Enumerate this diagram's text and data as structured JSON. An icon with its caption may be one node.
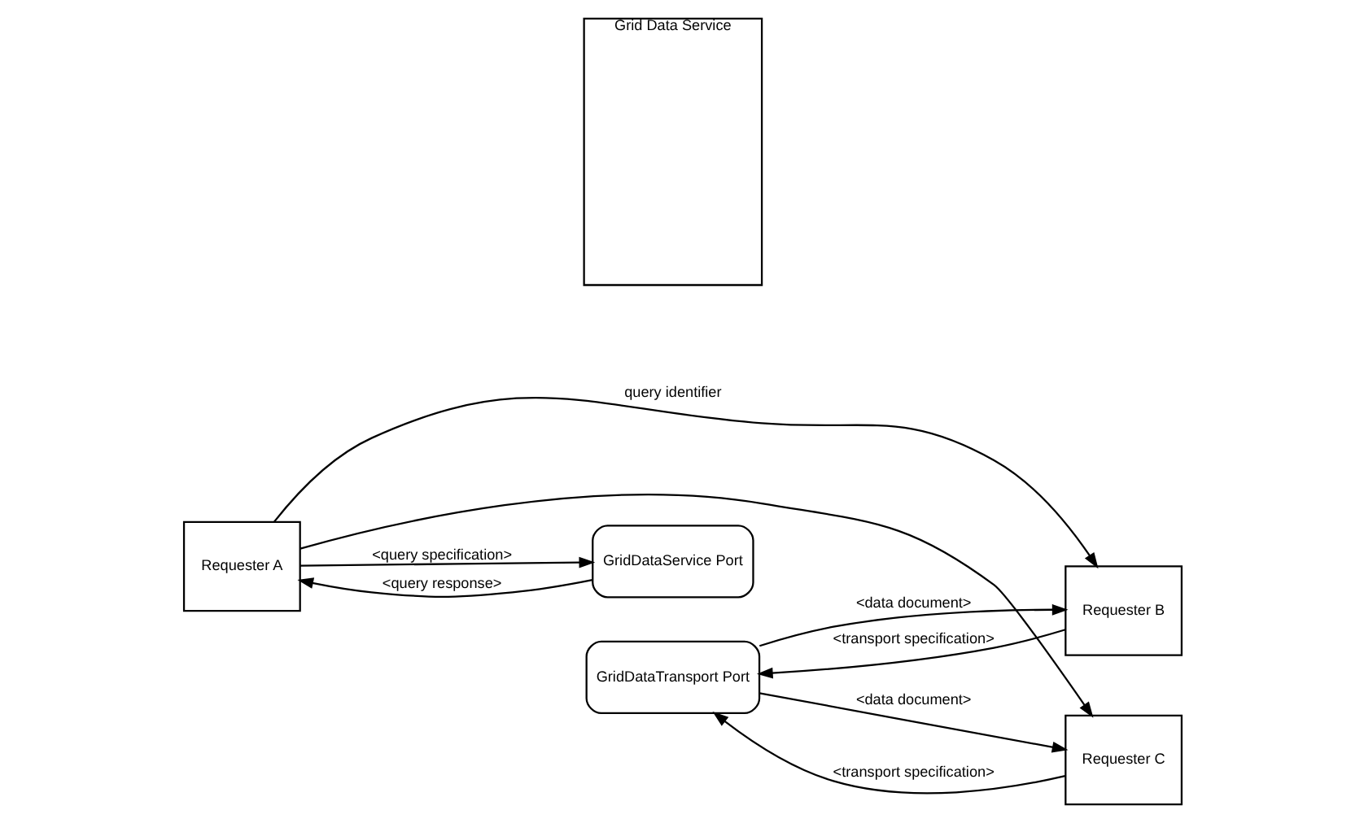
{
  "diagram": {
    "nodes": [
      {
        "text": [
          "Requester A"
        ]
      },
      {
        "text": [
          "Requester B"
        ]
      },
      {
        "text": [
          "Requester C"
        ]
      },
      {
        "text": [
          "Grid Data Service"
        ]
      },
      {
        "text": [
          "GridDataService Port"
        ]
      },
      {
        "text": [
          "GridDataTransport Port"
        ]
      }
    ],
    "edges": [
      {
        "from": 0,
        "to": 4,
        "arrow": "to",
        "label": "<query specification>"
      },
      {
        "from": 4,
        "to": 0,
        "arrow": "to",
        "label": "<query response>"
      },
      {
        "from": 0,
        "to": 1,
        "arrow": "to",
        "label": "query identifier"
      },
      {
        "from": 0,
        "to": 2,
        "arrow": "to"
      },
      {
        "from": 1,
        "to": 5,
        "arrow": "to",
        "label": "<transport specification>"
      },
      {
        "from": 5,
        "to": 1,
        "arrow": "to",
        "label": "<data document>"
      },
      {
        "from": 2,
        "to": 5,
        "arrow": "to",
        "label": "<transport specification>"
      },
      {
        "from": 5,
        "to": 2,
        "arrow": "to",
        "label": "<data document>"
      }
    ]
  }
}
